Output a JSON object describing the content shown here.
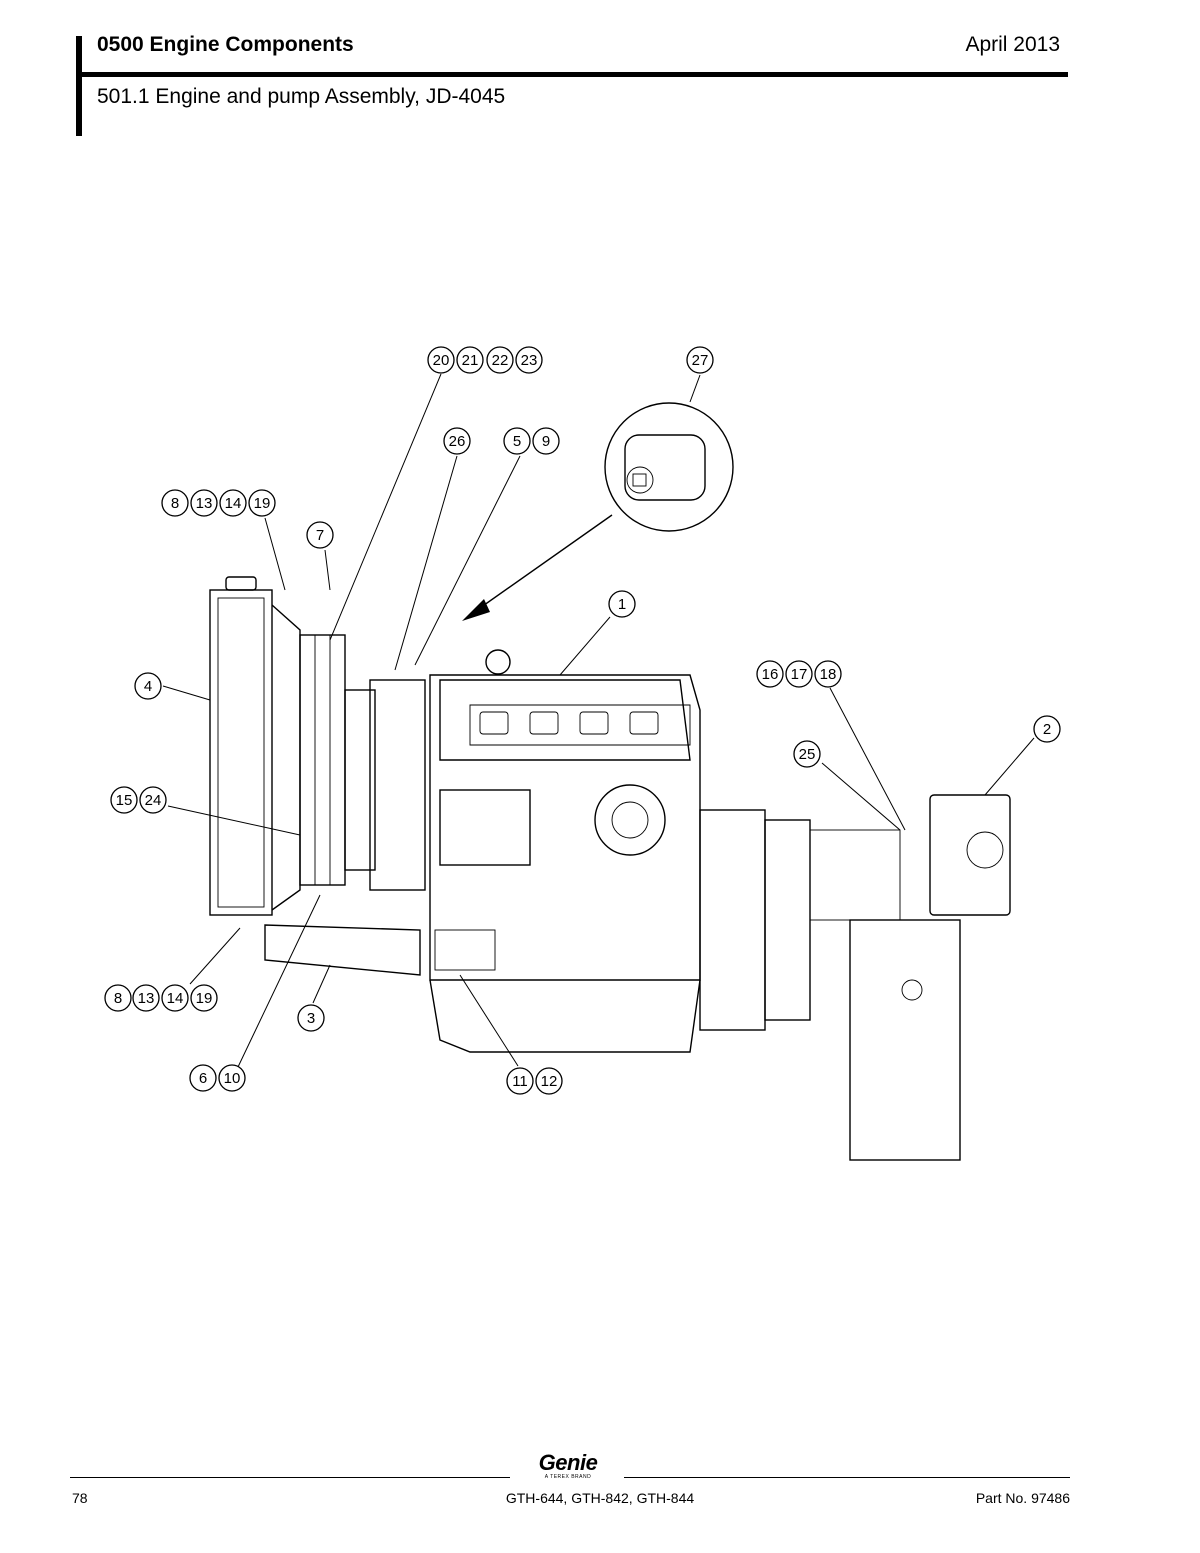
{
  "header": {
    "section_title": "0500 Engine Components",
    "date": "April 2013",
    "subtitle": "501.1 Engine and pump Assembly, JD-4045"
  },
  "callouts": [
    {
      "id": "group-20-23",
      "numbers": [
        "20",
        "21",
        "22",
        "23"
      ]
    },
    {
      "id": "item-27",
      "numbers": [
        "27"
      ]
    },
    {
      "id": "item-26",
      "numbers": [
        "26"
      ]
    },
    {
      "id": "group-5-9",
      "numbers": [
        "5",
        "9"
      ]
    },
    {
      "id": "group-8-19-top",
      "numbers": [
        "8",
        "13",
        "14",
        "19"
      ]
    },
    {
      "id": "item-7",
      "numbers": [
        "7"
      ]
    },
    {
      "id": "item-1",
      "numbers": [
        "1"
      ]
    },
    {
      "id": "item-4",
      "numbers": [
        "4"
      ]
    },
    {
      "id": "group-16-18",
      "numbers": [
        "16",
        "17",
        "18"
      ]
    },
    {
      "id": "item-2",
      "numbers": [
        "2"
      ]
    },
    {
      "id": "item-25",
      "numbers": [
        "25"
      ]
    },
    {
      "id": "group-15-24",
      "numbers": [
        "15",
        "24"
      ]
    },
    {
      "id": "group-8-19-bottom",
      "numbers": [
        "8",
        "13",
        "14",
        "19"
      ]
    },
    {
      "id": "item-3",
      "numbers": [
        "3"
      ]
    },
    {
      "id": "group-11-12",
      "numbers": [
        "11",
        "12"
      ]
    },
    {
      "id": "group-6-10",
      "numbers": [
        "6",
        "10"
      ]
    }
  ],
  "footer": {
    "logo": "Genie",
    "logo_subtitle": "A TEREX BRAND",
    "page_number": "78",
    "models": "GTH-644, GTH-842, GTH-844",
    "part_number": "Part No. 97486"
  }
}
